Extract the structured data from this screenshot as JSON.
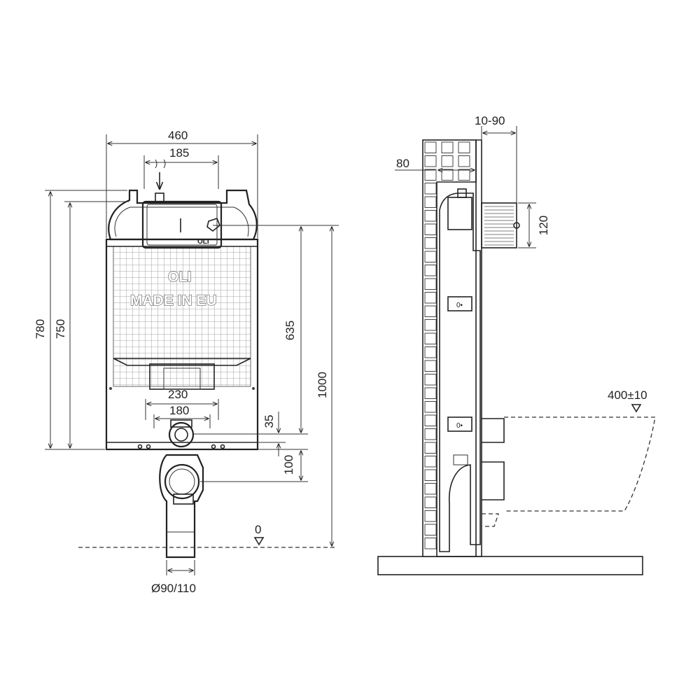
{
  "front_view": {
    "dim_width_total": "460",
    "dim_width_top": "185",
    "dim_height_780": "780",
    "dim_height_750": "750",
    "dim_height_635": "635",
    "dim_height_1000": "1000",
    "dim_230": "230",
    "dim_180": "180",
    "dim_35": "35",
    "dim_100": "100",
    "dim_floor": "0",
    "dim_pipe": "Ø90/110",
    "brand_logo": "OLI",
    "brand_small": "OLI",
    "panel_text": "MADE IN EU"
  },
  "side_view": {
    "dim_10_90": "10-90",
    "dim_80": "80",
    "dim_120": "120",
    "dim_400": "400±10"
  },
  "colors": {
    "tank_gray": "#9a9a9a",
    "frame_fill": "#f2f2f2",
    "line": "#222222"
  }
}
